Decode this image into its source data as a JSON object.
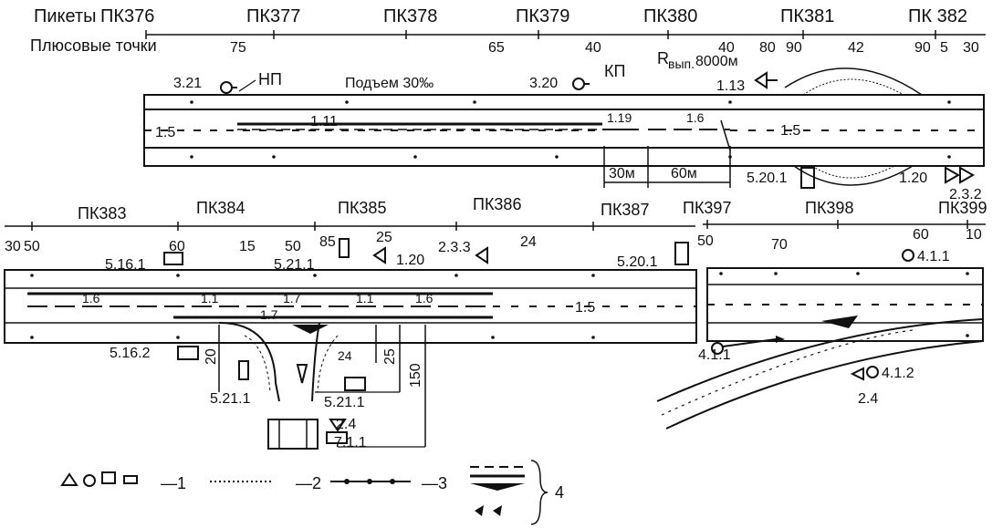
{
  "top": {
    "pickets_label": "Пикеты",
    "pickets": [
      "ПК376",
      "ПК377",
      "ПК378",
      "ПК379",
      "ПК380",
      "ПК381",
      "ПК 382"
    ],
    "plus_label": "Плюсовые точки",
    "plus_values": [
      "75",
      "65",
      "40",
      "40",
      "80",
      "90",
      "42",
      "90",
      "5",
      "30"
    ],
    "signs": [
      "3.21",
      "3.20",
      "1.13",
      "5.20.1",
      "1.20",
      "2.3.2"
    ],
    "markings": [
      "1.5",
      "1.11",
      "1.19",
      "1.6",
      "1.5"
    ],
    "np_label": "НП",
    "kp_label": "КП",
    "grade_label": "Подъем 30‰",
    "radius_label": "R",
    "radius_sub": "вып.",
    "radius_value": "8000м",
    "dim_30": "30м",
    "dim_60": "60м"
  },
  "bottom_left": {
    "pickets": [
      "ПК383",
      "ПК384",
      "ПК385",
      "ПК386",
      "ПК387"
    ],
    "plus_values": [
      "30",
      "50",
      "60",
      "15",
      "50",
      "85",
      "25",
      "24"
    ],
    "signs": [
      "5.16.1",
      "5.21.1",
      "1.20",
      "2.3.3",
      "5.20.1",
      "5.16.2",
      "5.21.1",
      "5.21.1",
      "2.4",
      "7.1.1"
    ],
    "markings": [
      "1.6",
      "1.1",
      "1.7",
      "1.7",
      "1.1",
      "1.6",
      "1.5"
    ],
    "dims": [
      "20",
      "24",
      "25",
      "150"
    ]
  },
  "bottom_right": {
    "pickets": [
      "ПК397",
      "ПК398",
      "ПК399"
    ],
    "plus_values": [
      "50",
      "70",
      "60",
      "10"
    ],
    "signs": [
      "4.1.1",
      "4.1.1",
      "4.1.2",
      "2.4"
    ]
  },
  "legend": {
    "items": [
      "—1",
      "—2",
      "—3",
      "4"
    ]
  }
}
